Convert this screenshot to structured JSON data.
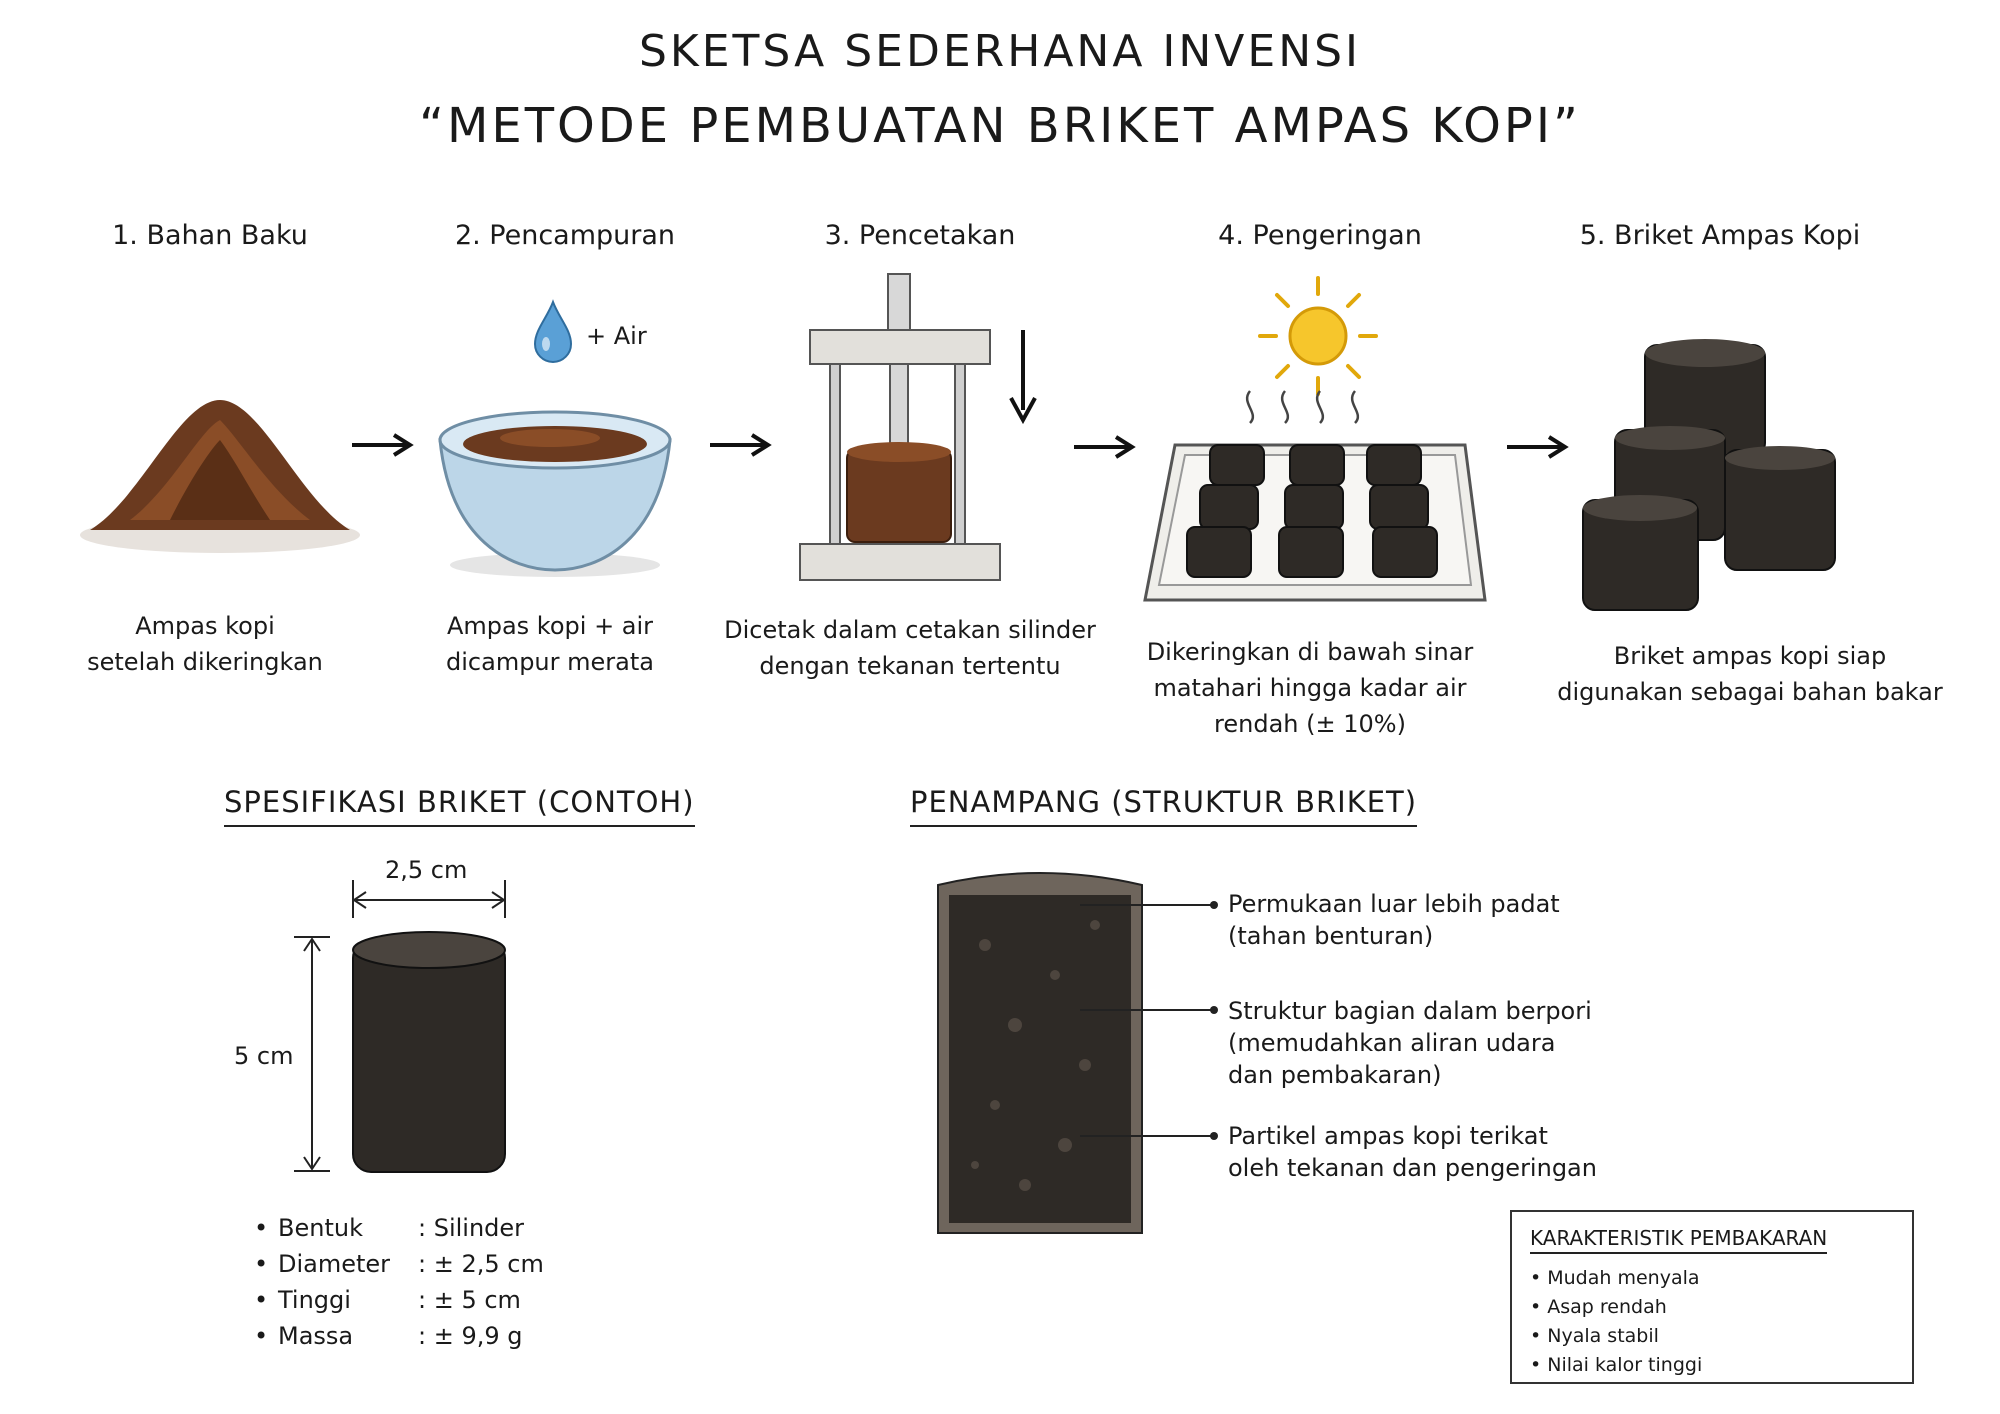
{
  "title_line1": "SKETSA SEDERHANA INVENSI",
  "title_line2": "“METODE PEMBUATAN BRIKET AMPAS KOPI”",
  "steps": [
    {
      "label": "1. Bahan Baku",
      "desc": [
        "Ampas kopi",
        "setelah dikeringkan"
      ]
    },
    {
      "label": "2. Pencampuran",
      "desc": [
        "Ampas kopi + air",
        "dicampur merata"
      ],
      "extra": "+ Air"
    },
    {
      "label": "3. Pencetakan",
      "desc": [
        "Dicetak dalam cetakan silinder",
        "dengan tekanan tertentu"
      ]
    },
    {
      "label": "4. Pengeringan",
      "desc": [
        "Dikeringkan di bawah sinar",
        "matahari hingga kadar air",
        "rendah (± 10%)"
      ]
    },
    {
      "label": "5. Briket Ampas Kopi",
      "desc": [
        "Briket ampas kopi siap",
        "digunakan sebagai bahan bakar"
      ]
    }
  ],
  "spec": {
    "heading": "SPESIFIKASI BRIKET (CONTOH)",
    "dim_width": "2,5 cm",
    "dim_height": "5 cm",
    "rows": [
      {
        "key": "Bentuk",
        "value": ": Silinder"
      },
      {
        "key": "Diameter",
        "value": ": ± 2,5 cm"
      },
      {
        "key": "Tinggi",
        "value": ": ± 5 cm"
      },
      {
        "key": "Massa",
        "value": ": ± 9,9 g"
      }
    ]
  },
  "section": {
    "heading": "PENAMPANG (STRUKTUR BRIKET)",
    "callouts": [
      [
        "Permukaan luar lebih padat",
        "(tahan benturan)"
      ],
      [
        "Struktur bagian dalam berpori",
        "(memudahkan aliran udara",
        "dan pembakaran)"
      ],
      [
        "Partikel ampas kopi terikat",
        "oleh tekanan dan pengeringan"
      ]
    ]
  },
  "burn": {
    "heading": "KARAKTERISTIK PEMBAKARAN",
    "items": [
      "Mudah menyala",
      "Asap rendah",
      "Nyala stabil",
      "Nilai kalor tinggi"
    ]
  },
  "colors": {
    "coffee": "#6b3a1f",
    "briquette": "#2e2a26",
    "bowl": "#bcd6e8",
    "sun": "#f6c62c",
    "water": "#5aa0d6"
  }
}
